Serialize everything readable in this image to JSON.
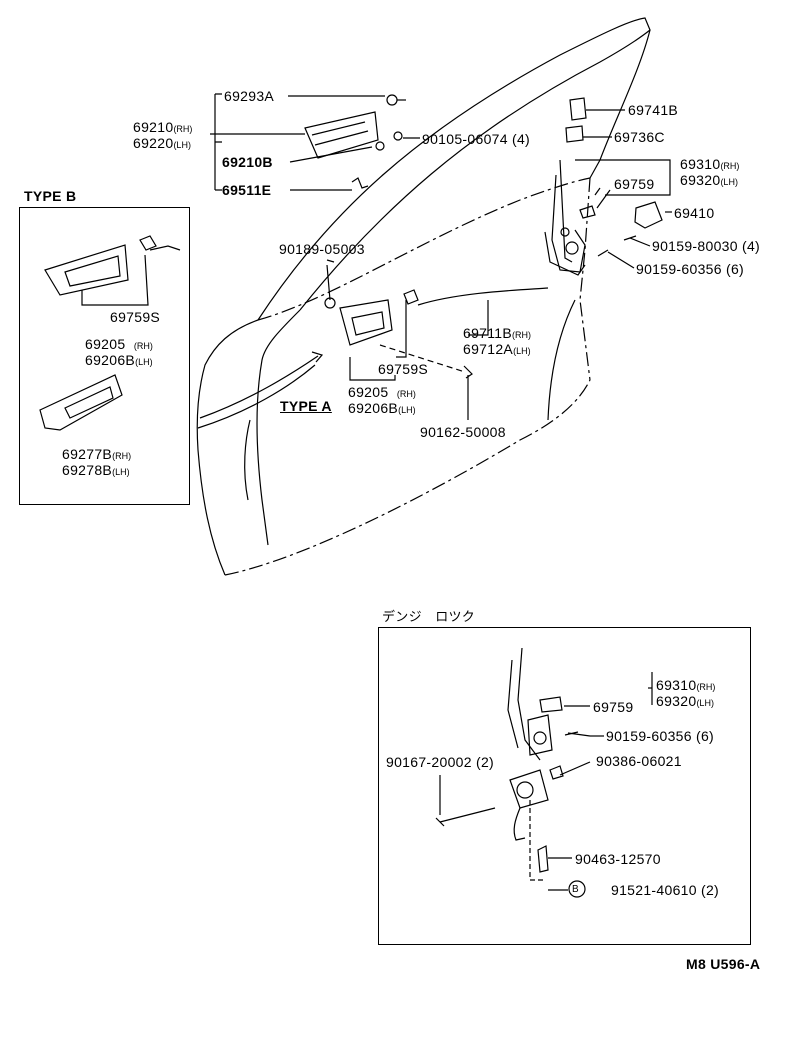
{
  "type_a": "TYPE A",
  "type_b": "TYPE B",
  "inset_title": "デンジ　ロツク",
  "diagram_code": "M8 U596-A",
  "rh": "(RH)",
  "lh": "(LH)",
  "rh_lower": "(RH)",
  "lh_lower": "(LH)",
  "parts": {
    "p69293A": "69293A",
    "p69210": "69210",
    "p69220": "69220",
    "p69210B": "69210B",
    "p69511E": "69511E",
    "p90105": "90105-06074 (4)",
    "p69741B": "69741B",
    "p69736C": "69736C",
    "p69310": "69310",
    "p69320": "69320",
    "p69759": "69759",
    "p69410": "69410",
    "p90159_80030": "90159-80030 (4)",
    "p90159_60356": "90159-60356 (6)",
    "p90189": "90189-05003",
    "p69711B": "69711B",
    "p69712A": "69712A",
    "p69759S_a": "69759S",
    "p69205_a": "69205",
    "p69206B_a": "69206B",
    "p90162": "90162-50008",
    "p69759S_b": "69759S",
    "p69205_b": "69205",
    "p69206B_b": "69206B",
    "p69277B": "69277B",
    "p69278B": "69278B",
    "i69310": "69310",
    "i69320": "69320",
    "i69759": "69759",
    "i90159": "90159-60356 (6)",
    "i90167": "90167-20002 (2)",
    "i90386": "90386-06021",
    "i90463": "90463-12570",
    "i91521": "91521-40610 (2)",
    "i_marker": "B"
  }
}
